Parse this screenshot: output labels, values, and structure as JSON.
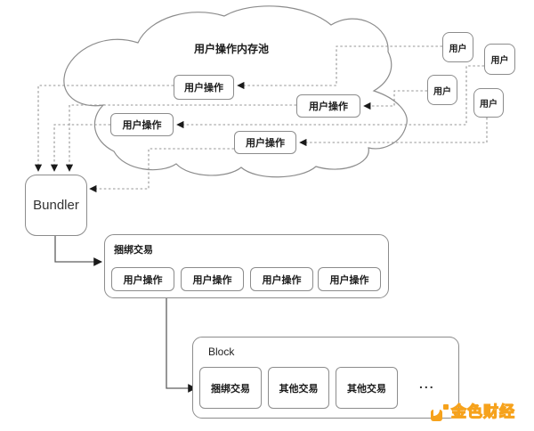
{
  "diagram": {
    "cloud_title": "用户操作内存池",
    "mempool_userops": [
      "用户操作",
      "用户操作",
      "用户操作",
      "用户操作"
    ],
    "users": [
      "用户",
      "用户",
      "用户",
      "用户"
    ],
    "bundler_label": "Bundler",
    "bundle": {
      "title": "捆绑交易",
      "userops": [
        "用户操作",
        "用户操作",
        "用户操作",
        "用户操作"
      ]
    },
    "block": {
      "title": "Block",
      "bundled_tx": "捆绑交易",
      "other_tx_1": "其他交易",
      "other_tx_2": "其他交易",
      "ellipsis": "..."
    },
    "watermark": {
      "text": "金色财经",
      "accent_color": "#F6A21C"
    }
  }
}
